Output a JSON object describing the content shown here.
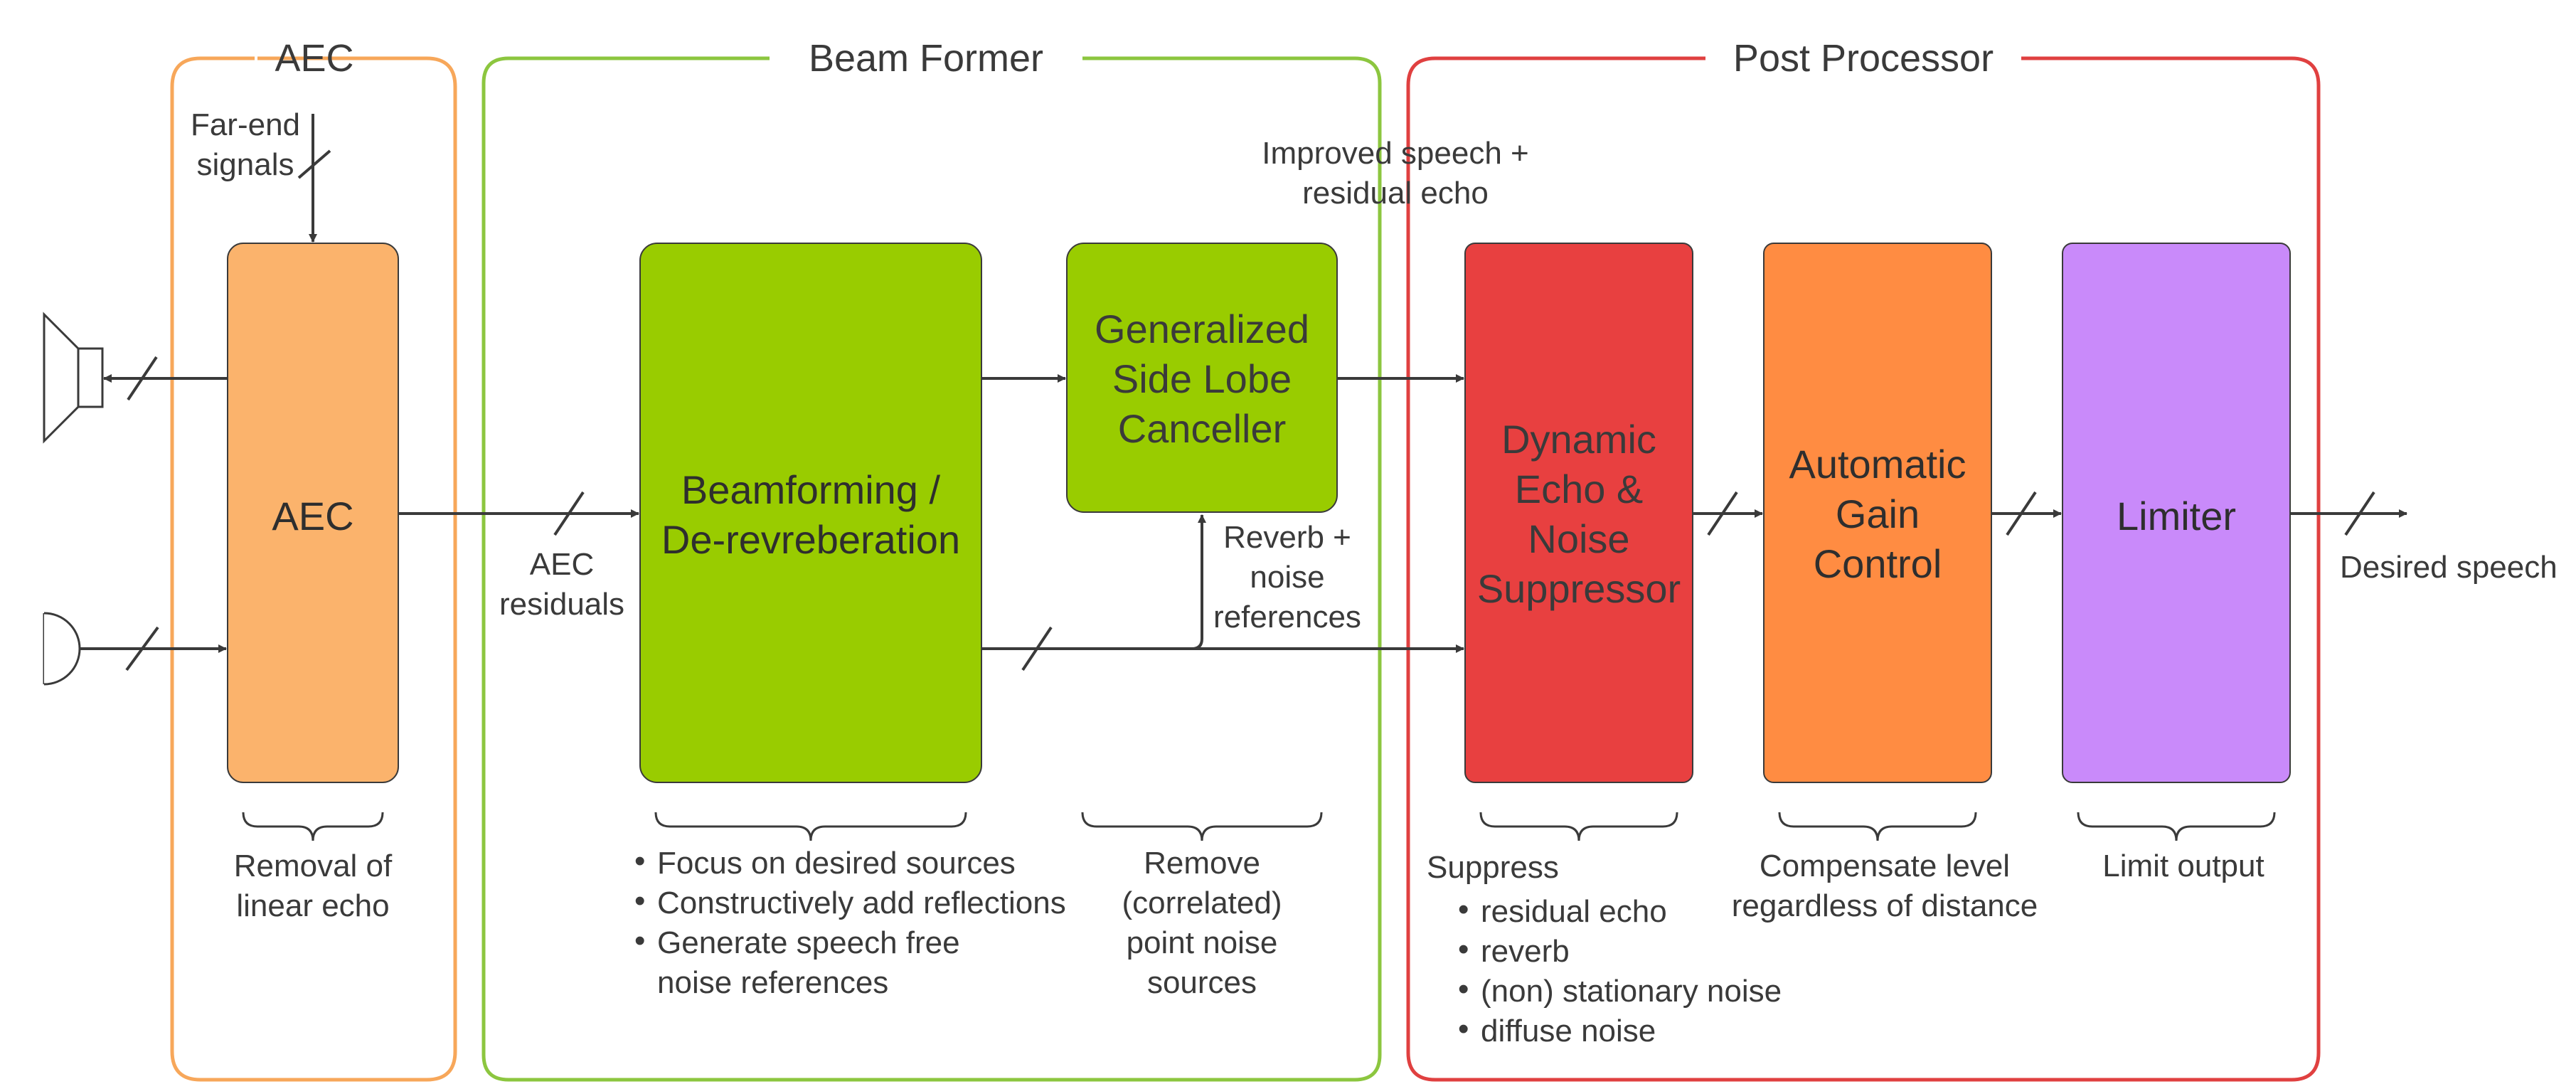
{
  "stages": {
    "aec": {
      "title": "AEC",
      "color": "#f7a75a"
    },
    "beam_former": {
      "title": "Beam Former",
      "color": "#8cc63f"
    },
    "post_processor": {
      "title": "Post Processor",
      "color": "#e04040"
    }
  },
  "blocks": {
    "aec": {
      "lines": [
        "AEC"
      ],
      "fill": "#fbb36c"
    },
    "beamforming": {
      "lines": [
        "Beamforming /",
        "De-revreberation"
      ],
      "fill": "#99cc00"
    },
    "gslc": {
      "lines": [
        "Generalized",
        "Side Lobe",
        "Canceller"
      ],
      "fill": "#99cc00"
    },
    "suppressor": {
      "lines": [
        "Dynamic",
        "Echo &",
        "Noise",
        "Suppressor"
      ],
      "fill": "#e84040"
    },
    "agc": {
      "lines": [
        "Automatic",
        "Gain",
        "Control"
      ],
      "fill": "#ff8c42"
    },
    "limiter": {
      "lines": [
        "Limiter"
      ],
      "fill": "#c98afa"
    }
  },
  "signals": {
    "far_end": [
      "Far-end",
      "signals"
    ],
    "aec_residuals": [
      "AEC",
      "residuals"
    ],
    "improved_speech": [
      "Improved speech +",
      "residual echo"
    ],
    "reverb_noise": [
      "Reverb +",
      "noise",
      "references"
    ],
    "desired_speech": "Desired speech"
  },
  "descriptions": {
    "aec": [
      "Removal of",
      "linear echo"
    ],
    "beamforming": [
      "Focus on desired sources",
      "Constructively add reflections",
      "Generate speech free",
      "noise references"
    ],
    "gslc": [
      "Remove",
      "(correlated)",
      "point noise",
      "sources"
    ],
    "suppressor_heading": "Suppress",
    "suppressor_items": [
      "residual echo",
      "reverb",
      "(non) stationary noise",
      "diffuse noise"
    ],
    "agc": [
      "Compensate level",
      "regardless of distance"
    ],
    "limiter": [
      "Limit output"
    ]
  },
  "icons": {
    "speaker": "speaker-icon",
    "microphone": "microphone-icon"
  }
}
